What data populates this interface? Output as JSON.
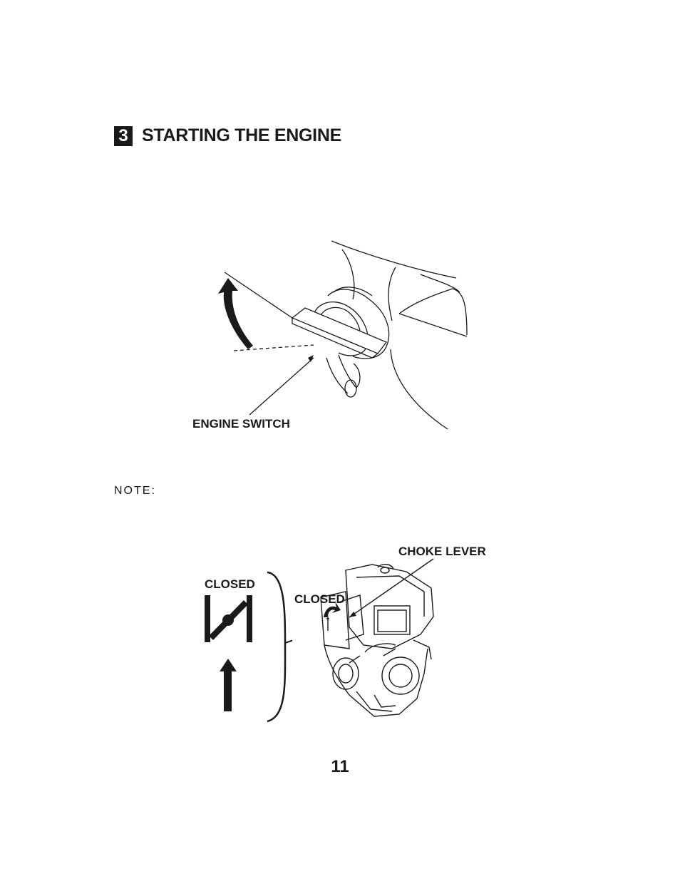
{
  "section": {
    "number": "3",
    "title": "STARTING THE ENGINE"
  },
  "figure1": {
    "label": "ENGINE SWITCH"
  },
  "note": {
    "label": "NOTE:"
  },
  "figure2": {
    "choke_lever_label": "CHOKE LEVER",
    "closed_label_symbol": "CLOSED",
    "closed_label_engine": "CLOSED"
  },
  "page_number": "11"
}
